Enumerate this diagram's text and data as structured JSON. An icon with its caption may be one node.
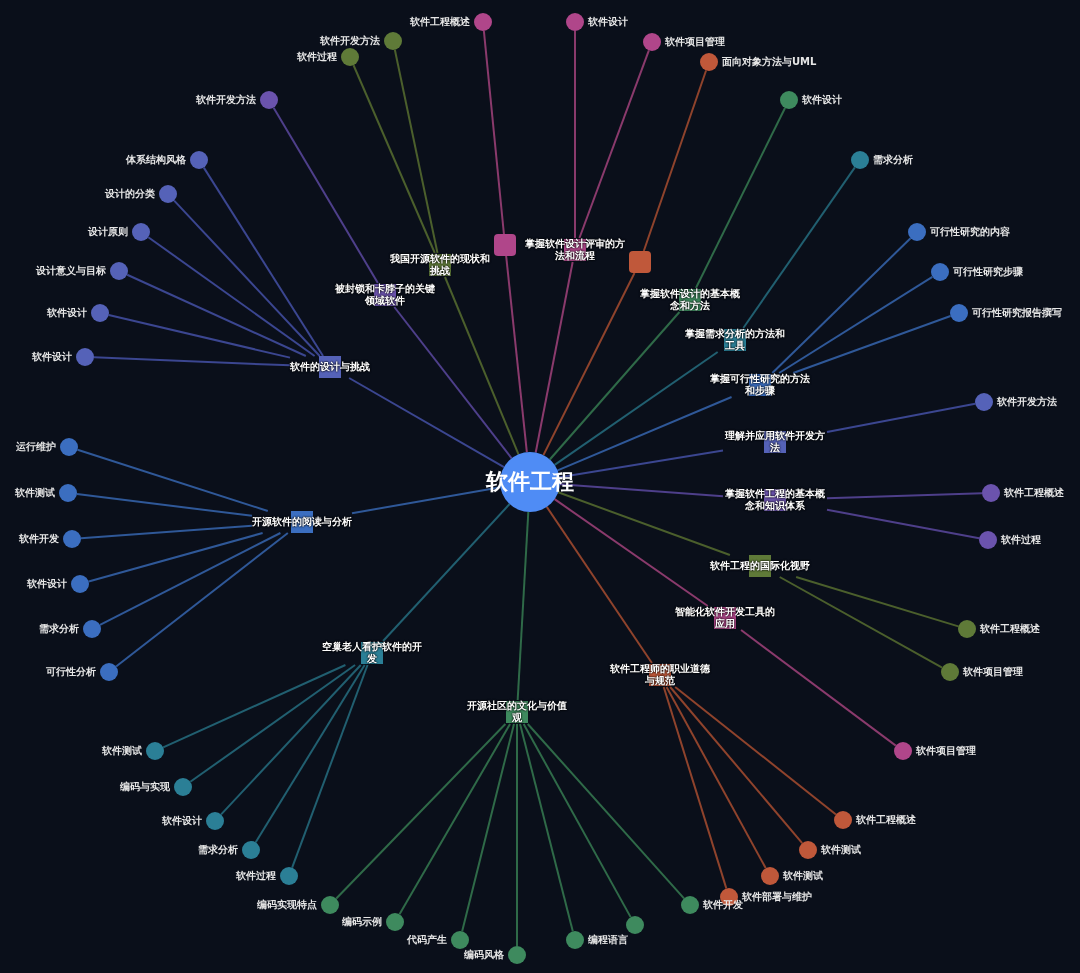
{
  "diagram": {
    "nodes": [
      {
        "text": [
          "软件工程"
        ]
      },
      {
        "text": [
          "软件的设计与挑战"
        ]
      },
      {
        "text": [],
        "shape": "circle",
        "beside": [
          "体系结构风格"
        ]
      },
      {
        "text": [],
        "shape": "circle",
        "beside": [
          "设计的分类"
        ]
      },
      {
        "text": [],
        "shape": "circle",
        "beside": [
          "设计原则"
        ]
      },
      {
        "text": [],
        "shape": "circle",
        "beside": [
          "设计意义与目标"
        ]
      },
      {
        "text": [],
        "shape": "circle",
        "beside": [
          "软件设计"
        ]
      },
      {
        "text": [],
        "shape": "circle",
        "beside": [
          "软件设计"
        ]
      },
      {
        "text": [
          "被封锁和卡脖子的关键领域软件"
        ]
      },
      {
        "text": [],
        "shape": "circle",
        "beside": [
          "软件开发方法"
        ]
      },
      {
        "text": [
          "我国开源软件的现状和挑战"
        ]
      },
      {
        "text": [],
        "shape": "circle",
        "beside": [
          "软件开发方法"
        ]
      },
      {
        "text": [],
        "shape": "circle",
        "beside": [
          "软件过程"
        ]
      },
      {
        "text": [],
        "shape": "box"
      },
      {
        "text": [],
        "shape": "circle",
        "beside": [
          "软件工程概述"
        ]
      },
      {
        "text": [
          "掌握软件设计评审的方法和流程"
        ]
      },
      {
        "text": [],
        "shape": "circle",
        "beside": [
          "软件设计"
        ]
      },
      {
        "text": [],
        "shape": "circle",
        "beside": [
          "软件项目管理"
        ]
      },
      {
        "text": [],
        "shape": "box"
      },
      {
        "text": [],
        "shape": "circle",
        "beside": [
          "面向对象方法与UML"
        ]
      },
      {
        "text": [
          "掌握软件设计的基本概念和方法"
        ]
      },
      {
        "text": [],
        "shape": "circle",
        "beside": [
          "软件设计"
        ]
      },
      {
        "text": [
          "掌握需求分析的方法和工具"
        ]
      },
      {
        "text": [],
        "shape": "circle",
        "beside": [
          "需求分析"
        ]
      },
      {
        "text": [
          "掌握可行性研究的方法和步骤"
        ]
      },
      {
        "text": [],
        "shape": "circle",
        "beside": [
          "可行性研究的内容"
        ]
      },
      {
        "text": [],
        "shape": "circle",
        "beside": [
          "可行性研究步骤"
        ]
      },
      {
        "text": [],
        "shape": "circle",
        "beside": [
          "可行性研究报告撰写"
        ]
      },
      {
        "text": [
          "理解并应用软件开发方法"
        ]
      },
      {
        "text": [],
        "shape": "circle",
        "beside": [
          "软件开发方法"
        ]
      },
      {
        "text": [
          "掌握软件工程的基本概念和知识体系"
        ]
      },
      {
        "text": [],
        "shape": "circle",
        "beside": [
          "软件工程概述"
        ]
      },
      {
        "text": [],
        "shape": "circle",
        "beside": [
          "软件过程"
        ]
      },
      {
        "text": [
          "软件工程的国际化视野"
        ]
      },
      {
        "text": [],
        "shape": "circle",
        "beside": [
          "软件工程概述"
        ]
      },
      {
        "text": [],
        "shape": "circle",
        "beside": [
          "软件项目管理"
        ]
      },
      {
        "text": [
          "智能化软件开发工具的应用"
        ]
      },
      {
        "text": [],
        "shape": "circle",
        "beside": [
          "软件项目管理"
        ]
      },
      {
        "text": [
          "软件工程师的职业道德与规范"
        ]
      },
      {
        "text": [],
        "shape": "circle",
        "beside": [
          "软件工程概述"
        ]
      },
      {
        "text": [],
        "shape": "circle",
        "beside": [
          "软件测试"
        ]
      },
      {
        "text": [],
        "shape": "circle",
        "beside": [
          "软件测试"
        ]
      },
      {
        "text": [],
        "shape": "circle",
        "beside": [
          "软件部署与维护"
        ]
      },
      {
        "text": [
          "开源社区的文化与价值观"
        ]
      },
      {
        "text": [],
        "shape": "circle",
        "beside": [
          "编码实现特点"
        ]
      },
      {
        "text": [],
        "shape": "circle",
        "beside": [
          "编码示例"
        ]
      },
      {
        "text": [],
        "shape": "circle",
        "beside": [
          "代码产生"
        ]
      },
      {
        "text": [],
        "shape": "circle",
        "beside": [
          "编码风格"
        ]
      },
      {
        "text": [],
        "shape": "circle",
        "beside": [
          "编程语言"
        ]
      },
      {
        "text": [],
        "shape": "circle"
      },
      {
        "text": [],
        "shape": "circle",
        "beside": [
          "软件开发"
        ]
      },
      {
        "text": [
          "空巢老人看护软件的开发"
        ]
      },
      {
        "text": [],
        "shape": "circle",
        "beside": [
          "软件测试"
        ]
      },
      {
        "text": [],
        "shape": "circle",
        "beside": [
          "编码与实现"
        ]
      },
      {
        "text": [],
        "shape": "circle",
        "beside": [
          "软件设计"
        ]
      },
      {
        "text": [],
        "shape": "circle",
        "beside": [
          "需求分析"
        ]
      },
      {
        "text": [],
        "shape": "circle",
        "beside": [
          "软件过程"
        ]
      },
      {
        "text": [
          "开源软件的阅读与分析"
        ]
      },
      {
        "text": [],
        "shape": "circle",
        "beside": [
          "运行维护"
        ]
      },
      {
        "text": [],
        "shape": "circle",
        "beside": [
          "软件测试"
        ]
      },
      {
        "text": [],
        "shape": "circle",
        "beside": [
          "软件开发"
        ]
      },
      {
        "text": [],
        "shape": "circle",
        "beside": [
          "软件设计"
        ]
      },
      {
        "text": [],
        "shape": "circle",
        "beside": [
          "需求分析"
        ]
      },
      {
        "text": [],
        "shape": "circle",
        "beside": [
          "可行性分析"
        ]
      }
    ],
    "edges": [
      {
        "from": 0,
        "to": 1,
        "arrow": "none",
        "color": "#3b4690"
      },
      {
        "from": 1,
        "to": 2,
        "arrow": "none",
        "color": "#3b4690"
      },
      {
        "from": 1,
        "to": 3,
        "arrow": "none",
        "color": "#3b4690"
      },
      {
        "from": 1,
        "to": 4,
        "arrow": "none",
        "color": "#3b4690"
      },
      {
        "from": 1,
        "to": 5,
        "arrow": "none",
        "color": "#3b4690"
      },
      {
        "from": 1,
        "to": 6,
        "arrow": "none",
        "color": "#3b4690"
      },
      {
        "from": 1,
        "to": 7,
        "arrow": "none",
        "color": "#3b4690"
      },
      {
        "from": 0,
        "to": 8,
        "arrow": "none",
        "color": "#4e3f8a"
      },
      {
        "from": 8,
        "to": 9,
        "arrow": "none",
        "color": "#4e3f8a"
      },
      {
        "from": 0,
        "to": 10,
        "arrow": "none",
        "color": "#4b5f2c"
      },
      {
        "from": 10,
        "to": 11,
        "arrow": "none",
        "color": "#4b5f2c"
      },
      {
        "from": 10,
        "to": 12,
        "arrow": "none",
        "color": "#4b5f2c"
      },
      {
        "from": 0,
        "to": 13,
        "arrow": "none",
        "color": "#8a3a6c"
      },
      {
        "from": 13,
        "to": 14,
        "arrow": "none",
        "color": "#8a3a6c"
      },
      {
        "from": 0,
        "to": 15,
        "arrow": "none",
        "color": "#8a3a6c"
      },
      {
        "from": 15,
        "to": 16,
        "arrow": "none",
        "color": "#8a3a6c"
      },
      {
        "from": 15,
        "to": 17,
        "arrow": "none",
        "color": "#8a3a6c"
      },
      {
        "from": 0,
        "to": 18,
        "arrow": "none",
        "color": "#8f432c"
      },
      {
        "from": 18,
        "to": 19,
        "arrow": "none",
        "color": "#8f432c"
      },
      {
        "from": 0,
        "to": 20,
        "arrow": "none",
        "color": "#2f6a48"
      },
      {
        "from": 20,
        "to": 21,
        "arrow": "none",
        "color": "#2f6a48"
      },
      {
        "from": 0,
        "to": 22,
        "arrow": "none",
        "color": "#215f70"
      },
      {
        "from": 22,
        "to": 23,
        "arrow": "none",
        "color": "#215f70"
      },
      {
        "from": 0,
        "to": 24,
        "arrow": "none",
        "color": "#2f5898"
      },
      {
        "from": 24,
        "to": 25,
        "arrow": "none",
        "color": "#2f5898"
      },
      {
        "from": 24,
        "to": 26,
        "arrow": "none",
        "color": "#2f5898"
      },
      {
        "from": 24,
        "to": 27,
        "arrow": "none",
        "color": "#2f5898"
      },
      {
        "from": 0,
        "to": 28,
        "arrow": "none",
        "color": "#3b4690"
      },
      {
        "from": 28,
        "to": 29,
        "arrow": "none",
        "color": "#3b4690"
      },
      {
        "from": 0,
        "to": 30,
        "arrow": "none",
        "color": "#4e3f8a"
      },
      {
        "from": 30,
        "to": 31,
        "arrow": "none",
        "color": "#4e3f8a"
      },
      {
        "from": 30,
        "to": 32,
        "arrow": "none",
        "color": "#4e3f8a"
      },
      {
        "from": 0,
        "to": 33,
        "arrow": "none",
        "color": "#4b5f2c"
      },
      {
        "from": 33,
        "to": 34,
        "arrow": "none",
        "color": "#4b5f2c"
      },
      {
        "from": 33,
        "to": 35,
        "arrow": "none",
        "color": "#4b5f2c"
      },
      {
        "from": 0,
        "to": 36,
        "arrow": "none",
        "color": "#8a3a6c"
      },
      {
        "from": 36,
        "to": 37,
        "arrow": "none",
        "color": "#8a3a6c"
      },
      {
        "from": 0,
        "to": 38,
        "arrow": "none",
        "color": "#8f432c"
      },
      {
        "from": 38,
        "to": 39,
        "arrow": "none",
        "color": "#8f432c"
      },
      {
        "from": 38,
        "to": 40,
        "arrow": "none",
        "color": "#8f432c"
      },
      {
        "from": 38,
        "to": 41,
        "arrow": "none",
        "color": "#8f432c"
      },
      {
        "from": 38,
        "to": 42,
        "arrow": "none",
        "color": "#8f432c"
      },
      {
        "from": 0,
        "to": 43,
        "arrow": "none",
        "color": "#2f6a48"
      },
      {
        "from": 43,
        "to": 44,
        "arrow": "none",
        "color": "#2f6a48"
      },
      {
        "from": 43,
        "to": 45,
        "arrow": "none",
        "color": "#2f6a48"
      },
      {
        "from": 43,
        "to": 46,
        "arrow": "none",
        "color": "#2f6a48"
      },
      {
        "from": 43,
        "to": 47,
        "arrow": "none",
        "color": "#2f6a48"
      },
      {
        "from": 43,
        "to": 48,
        "arrow": "none",
        "color": "#2f6a48"
      },
      {
        "from": 43,
        "to": 49,
        "arrow": "none",
        "color": "#2f6a48"
      },
      {
        "from": 43,
        "to": 50,
        "arrow": "none",
        "color": "#2f6a48"
      },
      {
        "from": 0,
        "to": 51,
        "arrow": "none",
        "color": "#215f70"
      },
      {
        "from": 51,
        "to": 52,
        "arrow": "none",
        "color": "#215f70"
      },
      {
        "from": 51,
        "to": 53,
        "arrow": "none",
        "color": "#215f70"
      },
      {
        "from": 51,
        "to": 54,
        "arrow": "none",
        "color": "#215f70"
      },
      {
        "from": 51,
        "to": 55,
        "arrow": "none",
        "color": "#215f70"
      },
      {
        "from": 51,
        "to": 56,
        "arrow": "none",
        "color": "#215f70"
      },
      {
        "from": 0,
        "to": 57,
        "arrow": "none",
        "color": "#2f5898"
      },
      {
        "from": 57,
        "to": 58,
        "arrow": "none",
        "color": "#2f5898"
      },
      {
        "from": 57,
        "to": 59,
        "arrow": "none",
        "color": "#2f5898"
      },
      {
        "from": 57,
        "to": 60,
        "arrow": "none",
        "color": "#2f5898"
      },
      {
        "from": 57,
        "to": 61,
        "arrow": "none",
        "color": "#2f5898"
      },
      {
        "from": 57,
        "to": 62,
        "arrow": "none",
        "color": "#2f5898"
      },
      {
        "from": 57,
        "to": 63,
        "arrow": "none",
        "color": "#2f5898"
      }
    ]
  }
}
